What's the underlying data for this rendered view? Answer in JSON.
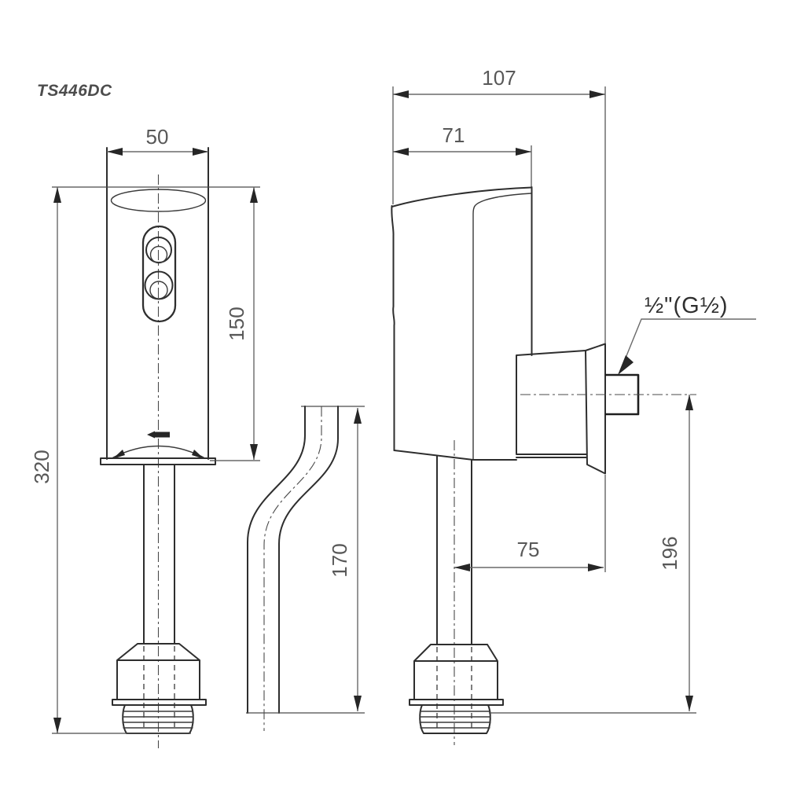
{
  "title": "TS446DC",
  "drawing": {
    "type": "technical-dimension-drawing",
    "views": [
      "front-view",
      "side-view",
      "offset-pipe-view"
    ],
    "units_implied": "mm"
  },
  "dimensions": {
    "body_width": "50",
    "overall_height": "320",
    "body_height": "150",
    "offset_pipe_length": "170",
    "overall_depth": "107",
    "body_depth": "71",
    "inlet_setback": "75",
    "inlet_to_outlet_height": "196",
    "thread_callout": "½\"(G½)"
  },
  "colors": {
    "background": "#ffffff",
    "outline": "#2e2e2e",
    "dimension": "#585858",
    "arrow": "#262626"
  }
}
